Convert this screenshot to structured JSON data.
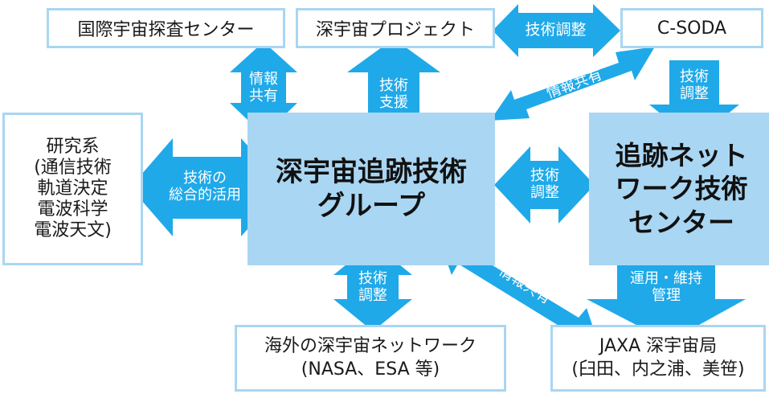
{
  "colors": {
    "arrow": "#1fa9e9",
    "box_border": "#a9d6f2",
    "center_fill": "#a9d6f2",
    "arrow_text": "#ffffff"
  },
  "nodes": {
    "isas": "国際宇宙探査センター",
    "deep_space_project": "深宇宙プロジェクト",
    "csoda": "C-SODA",
    "research": [
      "研究系",
      "(通信技術",
      "軌道決定",
      "電波科学",
      "電波天文)"
    ],
    "group": [
      "深宇宙追跡技術",
      "グループ"
    ],
    "tracking_center": [
      "追跡ネット",
      "ワーク技術",
      "センター"
    ],
    "overseas": [
      "海外の深宇宙ネットワーク",
      "(NASA、ESA 等)"
    ],
    "jaxa_station": [
      "JAXA 深宇宙局",
      "(臼田、内之浦、美笹)"
    ]
  },
  "arrows": {
    "tech_coord_top": [
      "技術調整"
    ],
    "info_share_isas": [
      "情報",
      "共有"
    ],
    "tech_support": [
      "技術",
      "支援"
    ],
    "info_share_csoda": [
      "情報共有"
    ],
    "tech_coord_csoda": [
      "技術",
      "調整"
    ],
    "tech_utilization": [
      "技術の",
      "総合的活用"
    ],
    "tech_coord_center": [
      "技術",
      "調整"
    ],
    "tech_coord_overseas": [
      "技術",
      "調整"
    ],
    "info_share_jaxa": [
      "情報共有"
    ],
    "ops_maintenance": [
      "運用・維持",
      "管理"
    ]
  }
}
